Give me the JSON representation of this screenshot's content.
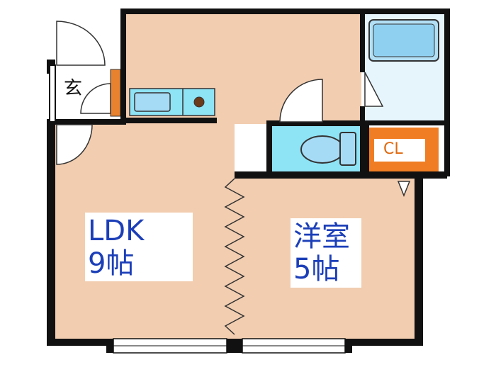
{
  "rooms": {
    "ldk": {
      "name": "LDK",
      "size": "9帖"
    },
    "western": {
      "name": "洋室",
      "size": "5帖"
    },
    "entrance": {
      "name": "玄"
    },
    "closet": {
      "name": "CL"
    }
  },
  "colors": {
    "floor": "#f2cdb0",
    "wall": "#111111",
    "label_text": "#1c3fb8",
    "wet_area": "#8ee3f5",
    "fixture": "#a6dbf5",
    "bath_floor": "#e6f4fc",
    "closet": "#f07d24",
    "closet_text": "#e06a10",
    "trim": "#e8822e"
  }
}
